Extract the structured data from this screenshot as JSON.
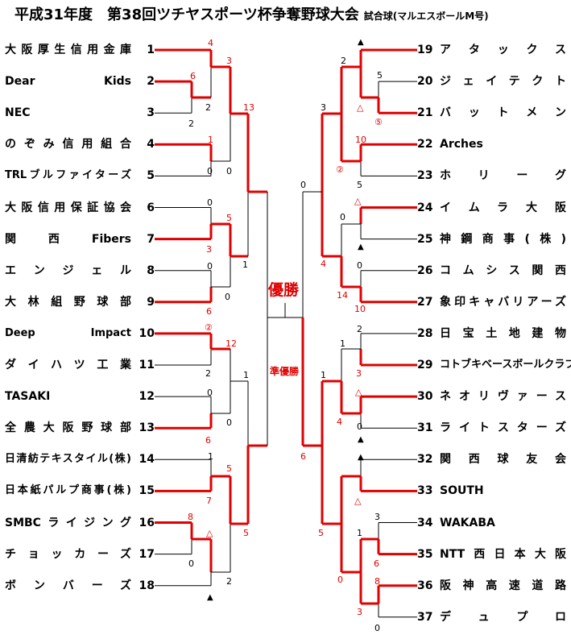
{
  "title": "平成31年度　第38回ツチヤスポーツ杯争奪野球大会",
  "subtitle": "試合球(マルエスボールM号)",
  "champion_label": "優勝",
  "runnerup_label": "準優勝",
  "left_teams": [
    {
      "no": "1",
      "name": "大阪厚生信用金庫"
    },
    {
      "no": "2",
      "name": "Dear Kids"
    },
    {
      "no": "3",
      "name": "NEC"
    },
    {
      "no": "4",
      "name": "のぞみ信用組合"
    },
    {
      "no": "5",
      "name": "TRLブルファイターズ"
    },
    {
      "no": "6",
      "name": "大阪信用保証協会"
    },
    {
      "no": "7",
      "name": "関西Fibers"
    },
    {
      "no": "8",
      "name": "エンジェル"
    },
    {
      "no": "9",
      "name": "大林組野球部"
    },
    {
      "no": "10",
      "name": "Deep Impact"
    },
    {
      "no": "11",
      "name": "ダイハツ工業"
    },
    {
      "no": "12",
      "name": "TASAKI"
    },
    {
      "no": "13",
      "name": "全農大阪野球部"
    },
    {
      "no": "14",
      "name": "日清紡テキスタイル(株)"
    },
    {
      "no": "15",
      "name": "日本紙パルプ商事(株)"
    },
    {
      "no": "16",
      "name": "SMBCライジング"
    },
    {
      "no": "17",
      "name": "チョッカーズ"
    },
    {
      "no": "18",
      "name": "ボンバーズ"
    }
  ],
  "right_teams": [
    {
      "no": "19",
      "name": "アタックス"
    },
    {
      "no": "20",
      "name": "ジェイテクト"
    },
    {
      "no": "21",
      "name": "バットメン"
    },
    {
      "no": "22",
      "name": "Arches"
    },
    {
      "no": "23",
      "name": "ホリーグ"
    },
    {
      "no": "24",
      "name": "イムラ大阪"
    },
    {
      "no": "25",
      "name": "神鋼商事(株)"
    },
    {
      "no": "26",
      "name": "コムシス関西"
    },
    {
      "no": "27",
      "name": "象印キャバリアーズ"
    },
    {
      "no": "28",
      "name": "日宝土地建物"
    },
    {
      "no": "29",
      "name": "コトブキベースボールクラブ"
    },
    {
      "no": "30",
      "name": "ネオリヴァース"
    },
    {
      "no": "31",
      "name": "ライトスターズ"
    },
    {
      "no": "32",
      "name": "関西球友会"
    },
    {
      "no": "33",
      "name": "SOUTH"
    },
    {
      "no": "34",
      "name": "WAKABA"
    },
    {
      "no": "35",
      "name": "NTT西日本大阪"
    },
    {
      "no": "36",
      "name": "阪神高速道路"
    },
    {
      "no": "37",
      "name": "デュプロ"
    }
  ],
  "scores": [
    {
      "t": "4",
      "c": "red"
    },
    {
      "t": "3",
      "c": "red"
    },
    {
      "t": "13",
      "c": "red"
    },
    {
      "t": "6",
      "c": "red"
    },
    {
      "t": "2",
      "c": "black"
    },
    {
      "t": "2",
      "c": "black"
    },
    {
      "t": "1",
      "c": "red"
    },
    {
      "t": "0",
      "c": "black"
    },
    {
      "t": "0",
      "c": "black"
    },
    {
      "t": "0",
      "c": "black"
    },
    {
      "t": "5",
      "c": "red"
    },
    {
      "t": "3",
      "c": "red"
    },
    {
      "t": "1",
      "c": "black"
    },
    {
      "t": "0",
      "c": "black"
    },
    {
      "t": "0",
      "c": "black"
    },
    {
      "t": "6",
      "c": "red"
    },
    {
      "t": "②",
      "c": "red"
    },
    {
      "t": "12",
      "c": "red"
    },
    {
      "t": "1",
      "c": "black"
    },
    {
      "t": "2",
      "c": "black"
    },
    {
      "t": "0",
      "c": "black"
    },
    {
      "t": "0",
      "c": "black"
    },
    {
      "t": "6",
      "c": "red"
    },
    {
      "t": "1",
      "c": "black"
    },
    {
      "t": "5",
      "c": "red"
    },
    {
      "t": "7",
      "c": "red"
    },
    {
      "t": "5",
      "c": "red"
    },
    {
      "t": "8",
      "c": "red"
    },
    {
      "t": "△",
      "c": "red"
    },
    {
      "t": "0",
      "c": "black"
    },
    {
      "t": "2",
      "c": "black"
    },
    {
      "t": "6",
      "c": "red"
    },
    {
      "t": "0",
      "c": "black"
    },
    {
      "t": "2",
      "c": "black"
    },
    {
      "t": "5",
      "c": "black"
    },
    {
      "t": "△",
      "c": "red"
    },
    {
      "t": "⑤",
      "c": "red"
    },
    {
      "t": "3",
      "c": "black"
    },
    {
      "t": "10",
      "c": "red"
    },
    {
      "t": "②",
      "c": "red"
    },
    {
      "t": "5",
      "c": "black"
    },
    {
      "t": "△",
      "c": "red"
    },
    {
      "t": "0",
      "c": "black"
    },
    {
      "t": "4",
      "c": "red"
    },
    {
      "t": "0",
      "c": "black"
    },
    {
      "t": "14",
      "c": "red"
    },
    {
      "t": "10",
      "c": "red"
    },
    {
      "t": "2",
      "c": "black"
    },
    {
      "t": "1",
      "c": "black"
    },
    {
      "t": "3",
      "c": "red"
    },
    {
      "t": "△",
      "c": "red"
    },
    {
      "t": "1",
      "c": "black"
    },
    {
      "t": "4",
      "c": "red"
    },
    {
      "t": "0",
      "c": "black"
    },
    {
      "t": "△",
      "c": "red"
    },
    {
      "t": "3",
      "c": "black"
    },
    {
      "t": "1",
      "c": "black"
    },
    {
      "t": "6",
      "c": "red"
    },
    {
      "t": "5",
      "c": "red"
    },
    {
      "t": "8",
      "c": "red"
    },
    {
      "t": "0",
      "c": "red"
    },
    {
      "t": "3",
      "c": "red"
    },
    {
      "t": "0",
      "c": "black"
    }
  ],
  "markers": [
    "▲",
    "▲",
    "▲",
    "▲",
    "▲"
  ]
}
